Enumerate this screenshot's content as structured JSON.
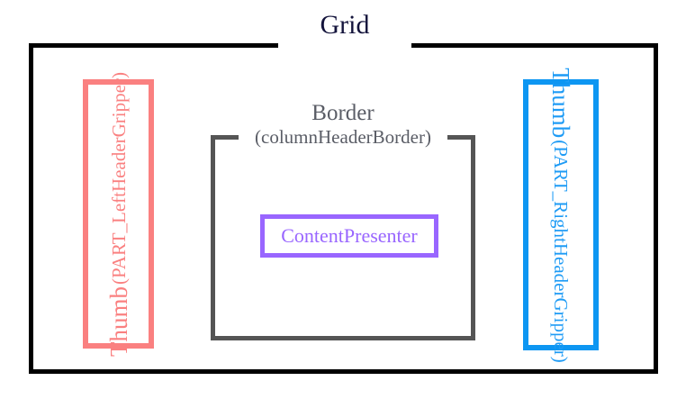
{
  "diagram": {
    "title": "Grid",
    "colors": {
      "grid_border": "#000000",
      "grid_title": "#14143c",
      "left_thumb": "#fa8080",
      "right_thumb": "#0d96f2",
      "border_box": "#555555",
      "border_label": "#5a5d66",
      "content_presenter": "#9966ff",
      "background": "#ffffff"
    },
    "left_thumb": {
      "name": "Thumb",
      "part": "(PART_LeftHeaderGripper)",
      "orientation": "bottom-to-top"
    },
    "right_thumb": {
      "name": "Thumb",
      "part": "(PART_RightHeaderGripper)",
      "orientation": "top-to-bottom"
    },
    "border": {
      "name": "Border",
      "part": "(columnHeaderBorder)"
    },
    "content_presenter": {
      "name": "ContentPresenter"
    }
  }
}
